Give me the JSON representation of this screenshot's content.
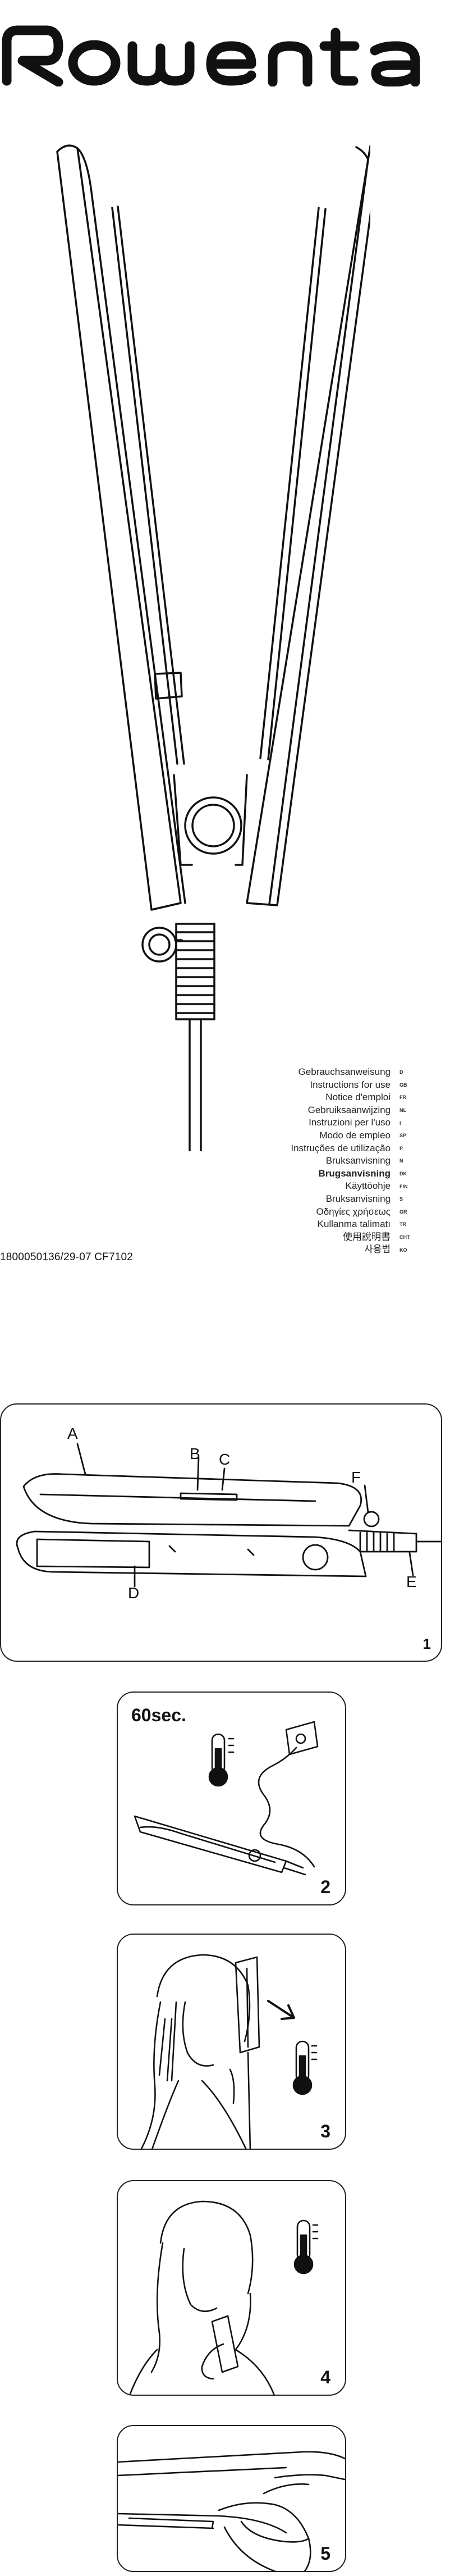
{
  "brand": {
    "logo_text": "Rowenta"
  },
  "doc_code": "1800050136/29-07  CF7102",
  "languages": [
    {
      "name": "Gebrauchsanweisung",
      "code": "D"
    },
    {
      "name": "Instructions for use",
      "code": "GB"
    },
    {
      "name": "Notice d'emploi",
      "code": "FR"
    },
    {
      "name": "Gebruiksaanwijzing",
      "code": "NL"
    },
    {
      "name": "Instruzioni per l'uso",
      "code": "I"
    },
    {
      "name": "Modo de empleo",
      "code": "SP"
    },
    {
      "name": "Instruções de utilização",
      "code": "P"
    },
    {
      "name": "Bruksanvisning",
      "code": "N"
    },
    {
      "name": "Brugsanvisning",
      "code": "DK"
    },
    {
      "name": "Käyttöohje",
      "code": "FIN"
    },
    {
      "name": "Bruksanvisning",
      "code": "S"
    },
    {
      "name": "Οδηγίες χρήσεως",
      "code": "GR"
    },
    {
      "name": "Kullanma talimatı",
      "code": "TR"
    },
    {
      "name": "使用說明書",
      "code": "CHT"
    },
    {
      "name": "사용법",
      "code": "KO"
    }
  ],
  "figure1": {
    "labels": {
      "a": "A",
      "b": "B",
      "c": "C",
      "d": "D",
      "e": "E",
      "f": "F"
    },
    "step": "1"
  },
  "figure2": {
    "timer": "60sec.",
    "step": "2"
  },
  "figure3": {
    "step": "3"
  },
  "figure4": {
    "step": "4"
  },
  "figure5": {
    "step": "5"
  }
}
